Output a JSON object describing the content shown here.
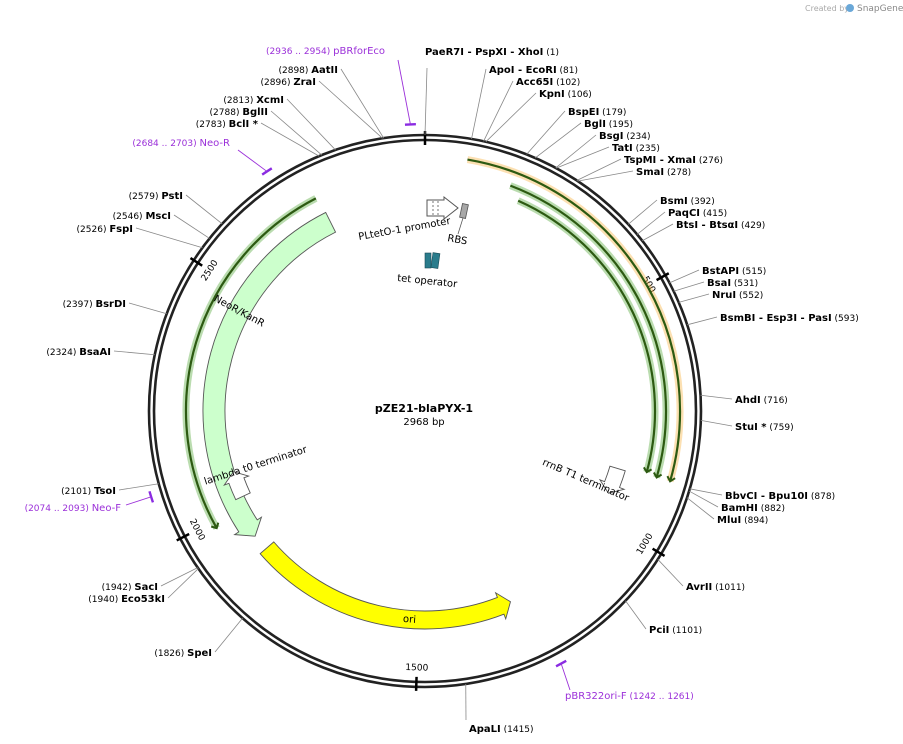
{
  "credit": {
    "prefix": "Created by",
    "brand": "SnapGene"
  },
  "plasmid": {
    "name": "pZE21-blaPYX-1",
    "size_label": "2968 bp",
    "total_bp": 2968
  },
  "ruler_ticks": [
    {
      "bp": 500,
      "label": "500"
    },
    {
      "bp": 1000,
      "label": "1000"
    },
    {
      "bp": 1500,
      "label": "1500"
    },
    {
      "bp": 2000,
      "label": "2000"
    },
    {
      "bp": 2500,
      "label": "2500"
    }
  ],
  "sites": [
    {
      "bp": 1,
      "names": [
        "PaeR7I",
        "PspXI",
        "XhoI"
      ],
      "pos": "(1)"
    },
    {
      "bp": 81,
      "names": [
        "ApoI",
        "EcoRI"
      ],
      "pos": "(81)"
    },
    {
      "bp": 102,
      "names": [
        "Acc65I"
      ],
      "pos": "(102)"
    },
    {
      "bp": 106,
      "names": [
        "KpnI"
      ],
      "pos": "(106)"
    },
    {
      "bp": 179,
      "names": [
        "BspEI"
      ],
      "pos": "(179)"
    },
    {
      "bp": 195,
      "names": [
        "BglI"
      ],
      "pos": "(195)"
    },
    {
      "bp": 234,
      "names": [
        "BsgI"
      ],
      "pos": "(234)"
    },
    {
      "bp": 235,
      "names": [
        "TatI"
      ],
      "pos": "(235)"
    },
    {
      "bp": 276,
      "names": [
        "TspMI",
        "XmaI"
      ],
      "pos": "(276)"
    },
    {
      "bp": 278,
      "names": [
        "SmaI"
      ],
      "pos": "(278)"
    },
    {
      "bp": 392,
      "names": [
        "BsmI"
      ],
      "pos": "(392)"
    },
    {
      "bp": 415,
      "names": [
        "PaqCI"
      ],
      "pos": "(415)"
    },
    {
      "bp": 429,
      "names": [
        "BtsI",
        "BtsαI"
      ],
      "pos": "(429)"
    },
    {
      "bp": 515,
      "names": [
        "BstAPI"
      ],
      "pos": "(515)"
    },
    {
      "bp": 531,
      "names": [
        "BsaI"
      ],
      "pos": "(531)"
    },
    {
      "bp": 552,
      "names": [
        "NruI"
      ],
      "pos": "(552)"
    },
    {
      "bp": 593,
      "names": [
        "BsmBI",
        "Esp3I",
        "PasI"
      ],
      "pos": "(593)"
    },
    {
      "bp": 716,
      "names": [
        "AhdI"
      ],
      "pos": "(716)"
    },
    {
      "bp": 759,
      "names": [
        "StuI *"
      ],
      "pos": "(759)"
    },
    {
      "bp": 878,
      "names": [
        "BbvCI",
        "Bpu10I"
      ],
      "pos": "(878)"
    },
    {
      "bp": 882,
      "names": [
        "BamHI"
      ],
      "pos": "(882)"
    },
    {
      "bp": 894,
      "names": [
        "MluI"
      ],
      "pos": "(894)"
    },
    {
      "bp": 1011,
      "names": [
        "AvrII"
      ],
      "pos": "(1011)"
    },
    {
      "bp": 1101,
      "names": [
        "PciI"
      ],
      "pos": "(1101)"
    },
    {
      "bp": 1415,
      "names": [
        "ApaLI"
      ],
      "pos": "(1415)"
    },
    {
      "bp": 1826,
      "names": [
        "SpeI"
      ],
      "pos": "(1826)"
    },
    {
      "bp": 1940,
      "names": [
        "Eco53kI"
      ],
      "pos": "(1940)"
    },
    {
      "bp": 1942,
      "names": [
        "SacI"
      ],
      "pos": "(1942)"
    },
    {
      "bp": 2101,
      "names": [
        "TsoI"
      ],
      "pos": "(2101)"
    },
    {
      "bp": 2324,
      "names": [
        "BsaAI"
      ],
      "pos": "(2324)"
    },
    {
      "bp": 2397,
      "names": [
        "BsrDI"
      ],
      "pos": "(2397)"
    },
    {
      "bp": 2526,
      "names": [
        "FspI"
      ],
      "pos": "(2526)"
    },
    {
      "bp": 2546,
      "names": [
        "MscI"
      ],
      "pos": "(2546)"
    },
    {
      "bp": 2579,
      "names": [
        "PstI"
      ],
      "pos": "(2579)"
    },
    {
      "bp": 2783,
      "names": [
        "BclI *"
      ],
      "pos": "(2783)"
    },
    {
      "bp": 2788,
      "names": [
        "BglII"
      ],
      "pos": "(2788)"
    },
    {
      "bp": 2813,
      "names": [
        "XcmI"
      ],
      "pos": "(2813)"
    },
    {
      "bp": 2896,
      "names": [
        "ZraI"
      ],
      "pos": "(2896)"
    },
    {
      "bp": 2898,
      "names": [
        "AatII"
      ],
      "pos": "(2898)"
    }
  ],
  "primers": [
    {
      "name": "pBRforEco",
      "range": "(2936 .. 2954)",
      "start": 2936,
      "end": 2954
    },
    {
      "name": "Neo-R",
      "range": "(2684 .. 2703)",
      "start": 2684,
      "end": 2703
    },
    {
      "name": "Neo-F",
      "range": "(2074 .. 2093)",
      "start": 2074,
      "end": 2093
    },
    {
      "name": "pBR322ori-F",
      "range": "(1242 .. 1261)",
      "start": 1242,
      "end": 1261
    }
  ],
  "features": [
    {
      "name": "NeoR/KanR",
      "start": 1955,
      "end": 2750,
      "direction": "reverse",
      "color": "#ccffcc"
    },
    {
      "name": "ori",
      "start": 1310,
      "end": 1890,
      "direction": "reverse",
      "color": "#ffff00"
    },
    {
      "name": "rrnB T1 terminator",
      "start": 880,
      "end": 920,
      "direction": "forward",
      "color": "#ffffff"
    },
    {
      "name": "lambda t0 terminator",
      "start": 2020,
      "end": 2060,
      "direction": "forward",
      "color": "#ffffff"
    },
    {
      "name": "PLtetO-1 promoter",
      "start": 2935,
      "end": 2968,
      "direction": "forward",
      "color": "#ffffff"
    },
    {
      "name": "RBS",
      "color": "#a0a0a0"
    },
    {
      "name": "tet operator",
      "color": "#2a7c8c"
    }
  ],
  "orfs": [
    {
      "start": 80,
      "end": 875,
      "direction": "forward",
      "color": "#f5a623"
    },
    {
      "start": 172,
      "end": 875,
      "direction": "forward",
      "color": "#3a9a1a"
    },
    {
      "start": 198,
      "end": 870,
      "direction": "forward",
      "color": "#3a9a1a"
    },
    {
      "start": 1985,
      "end": 2745,
      "direction": "reverse",
      "color": "#3a9a1a"
    }
  ]
}
